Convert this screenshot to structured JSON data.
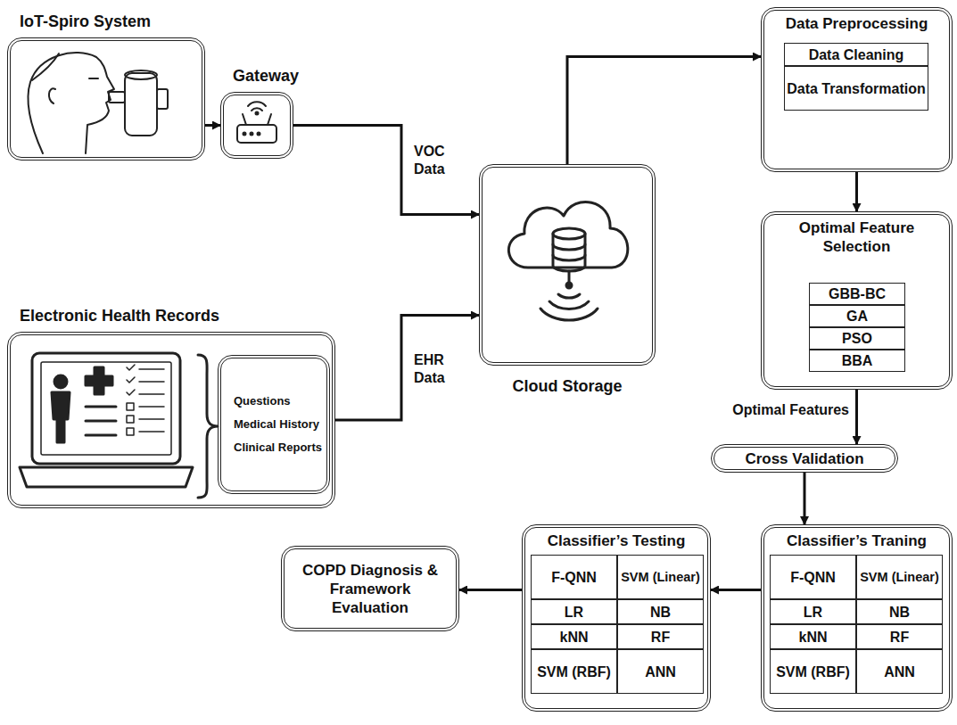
{
  "diagram": {
    "nodes": [
      {
        "text": [
          "IoT-Spiro System"
        ]
      },
      {
        "text": [
          "Gateway"
        ]
      },
      {
        "text": [
          "Cloud Storage"
        ]
      },
      {
        "text": [
          "Electronic Health Records"
        ]
      },
      {
        "text": [
          "Questions",
          "Medical History",
          "Clinical Reports"
        ],
        "in": 3
      },
      {
        "text": [
          "Data Preprocessing"
        ]
      },
      {
        "text": [
          "Data Cleaning"
        ],
        "in": 5
      },
      {
        "text": [
          "Data Transformation"
        ],
        "in": 5
      },
      {
        "text": [
          "Optimal Feature Selection"
        ]
      },
      {
        "text": [
          "GBB-BC"
        ],
        "in": 8
      },
      {
        "text": [
          "GA"
        ],
        "in": 8
      },
      {
        "text": [
          "PSO"
        ],
        "in": 8
      },
      {
        "text": [
          "BBA"
        ],
        "in": 8
      },
      {
        "text": [
          "Cross Validation"
        ]
      },
      {
        "text": [
          "Classifier’s Traning"
        ]
      },
      {
        "text": [
          "F-QNN"
        ],
        "in": 14
      },
      {
        "text": [
          "SVM (Linear)"
        ],
        "in": 14
      },
      {
        "text": [
          "LR"
        ],
        "in": 14
      },
      {
        "text": [
          "NB"
        ],
        "in": 14
      },
      {
        "text": [
          "kNN"
        ],
        "in": 14
      },
      {
        "text": [
          "RF"
        ],
        "in": 14
      },
      {
        "text": [
          "SVM (RBF)"
        ],
        "in": 14
      },
      {
        "text": [
          "ANN"
        ],
        "in": 14
      },
      {
        "text": [
          "Classifier’s Testing"
        ]
      },
      {
        "text": [
          "F-QNN"
        ],
        "in": 23
      },
      {
        "text": [
          "SVM (Linear)"
        ],
        "in": 23
      },
      {
        "text": [
          "LR"
        ],
        "in": 23
      },
      {
        "text": [
          "NB"
        ],
        "in": 23
      },
      {
        "text": [
          "kNN"
        ],
        "in": 23
      },
      {
        "text": [
          "RF"
        ],
        "in": 23
      },
      {
        "text": [
          "SVM (RBF)"
        ],
        "in": 23
      },
      {
        "text": [
          "ANN"
        ],
        "in": 23
      },
      {
        "text": [
          "COPD Diagnosis & Framework Evaluation"
        ]
      }
    ],
    "edges": [
      {
        "from": 0,
        "to": 1,
        "arrow": "to"
      },
      {
        "from": 1,
        "to": 2,
        "label": "VOC Data",
        "arrow": "to"
      },
      {
        "from": 3,
        "to": 2,
        "label": "EHR Data",
        "arrow": "to"
      },
      {
        "from": 2,
        "to": 5,
        "arrow": "to"
      },
      {
        "from": 5,
        "to": 8,
        "arrow": "to"
      },
      {
        "from": 8,
        "to": 13,
        "label": "Optimal Features",
        "arrow": "to"
      },
      {
        "from": 13,
        "to": 14,
        "arrow": "to"
      },
      {
        "from": 14,
        "to": 23,
        "arrow": "to"
      },
      {
        "from": 23,
        "to": 32,
        "arrow": "to"
      }
    ]
  }
}
